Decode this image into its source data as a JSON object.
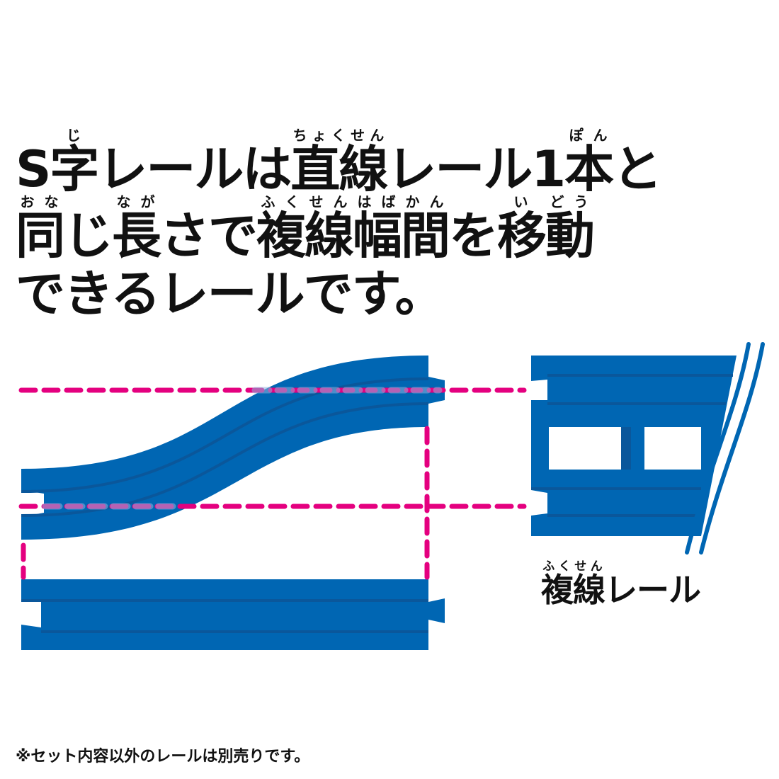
{
  "headline": [
    [
      {
        "text": "S"
      },
      {
        "text": "字",
        "ruby": "じ"
      },
      {
        "text": "レールは"
      },
      {
        "text": "直線",
        "ruby": "ちょくせん"
      },
      {
        "text": "レール1"
      },
      {
        "text": "本",
        "ruby": "ぽん"
      },
      {
        "text": "と"
      }
    ],
    [
      {
        "text": "同",
        "ruby": "おな"
      },
      {
        "text": "じ"
      },
      {
        "text": "長",
        "ruby": "なが"
      },
      {
        "text": "さで"
      },
      {
        "text": "複線",
        "ruby": "ふくせん"
      },
      {
        "text": "幅",
        "ruby": "はば"
      },
      {
        "text": "間",
        "ruby": "かん"
      },
      {
        "text": "を"
      },
      {
        "text": "移",
        "ruby": "い"
      },
      {
        "text": "動",
        "ruby": "どう"
      }
    ],
    [
      {
        "text": "できるレールです。"
      }
    ]
  ],
  "double_track_label": [
    {
      "text": "複線",
      "ruby": "ふくせん"
    },
    {
      "text": "レール"
    }
  ],
  "footnote": "※セット内容以外のレールは別売りです。",
  "colors": {
    "rail": "#0066b3",
    "groove": "#0a579b",
    "guide": "#e4007f",
    "text": "#111111"
  }
}
